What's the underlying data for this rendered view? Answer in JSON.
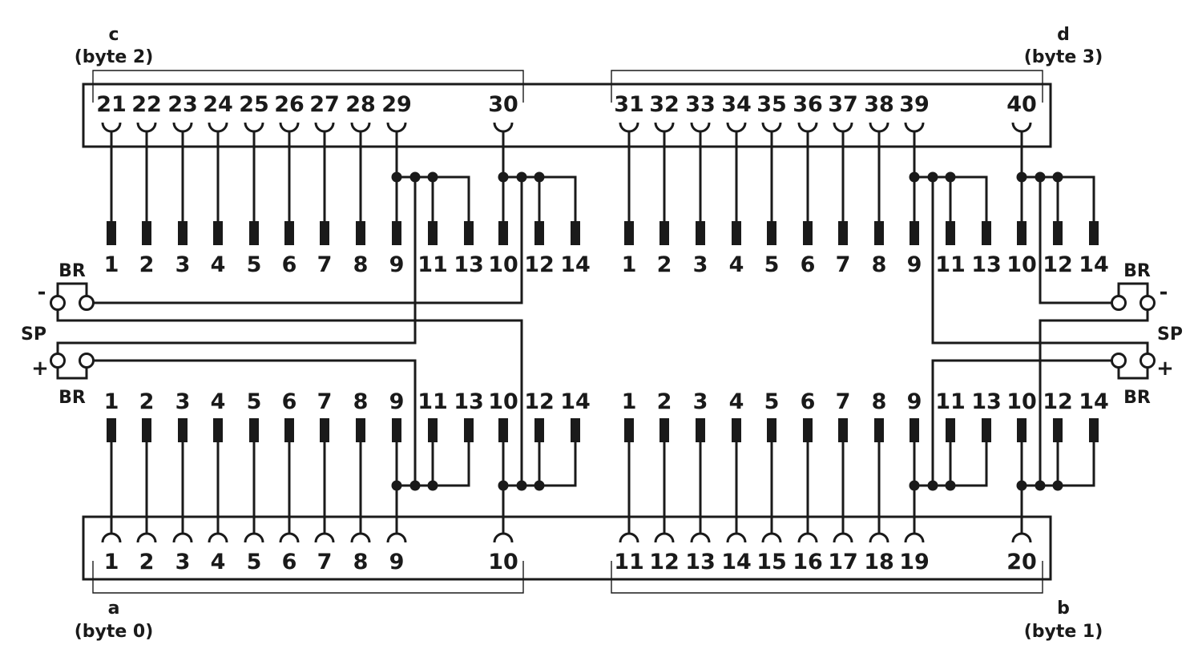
{
  "labels": {
    "c": "c",
    "c_byte": "(byte 2)",
    "d": "d",
    "d_byte": "(byte 3)",
    "a": "a",
    "a_byte": "(byte 0)",
    "b": "b",
    "b_byte": "(byte 1)",
    "br": "BR",
    "sp": "SP",
    "minus": "-",
    "plus": "+"
  },
  "top_connector_pins": [
    "21",
    "22",
    "23",
    "24",
    "25",
    "26",
    "27",
    "28",
    "29",
    "30",
    "31",
    "32",
    "33",
    "34",
    "35",
    "36",
    "37",
    "38",
    "39",
    "40"
  ],
  "bottom_connector_pins": [
    "1",
    "2",
    "3",
    "4",
    "5",
    "6",
    "7",
    "8",
    "9",
    "10",
    "11",
    "12",
    "13",
    "14",
    "15",
    "16",
    "17",
    "18",
    "19",
    "20"
  ],
  "terminal_labels": [
    "1",
    "2",
    "3",
    "4",
    "5",
    "6",
    "7",
    "8",
    "9",
    "11",
    "13",
    "10",
    "12",
    "14"
  ],
  "colors": {
    "line": "#1a1a1a",
    "background": "#ffffff"
  }
}
